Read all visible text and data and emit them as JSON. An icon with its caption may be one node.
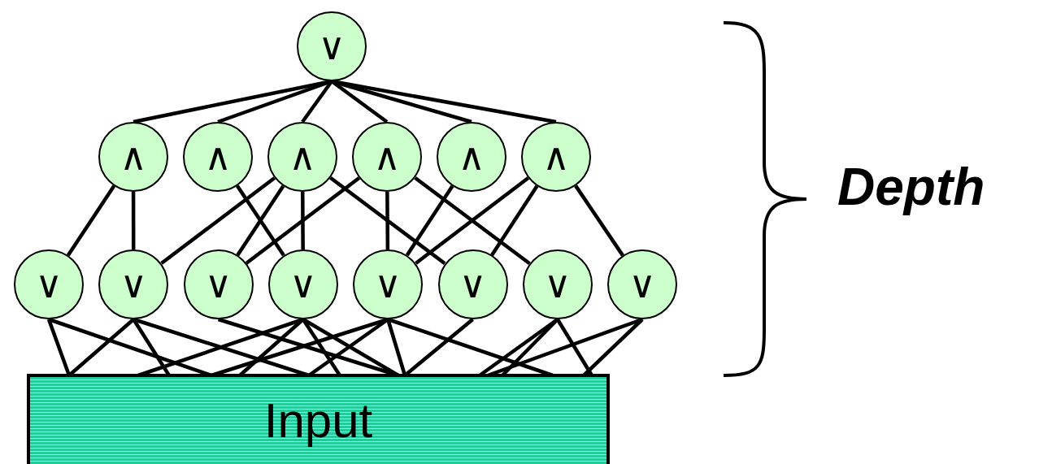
{
  "diagram": {
    "nodes": [
      {
        "text": [
          "∨"
        ]
      },
      {
        "text": [
          "∧"
        ]
      },
      {
        "text": [
          "∧"
        ]
      },
      {
        "text": [
          "∧"
        ]
      },
      {
        "text": [
          "∧"
        ]
      },
      {
        "text": [
          "∧"
        ]
      },
      {
        "text": [
          "∧"
        ]
      },
      {
        "text": [
          "∨"
        ]
      },
      {
        "text": [
          "∨"
        ]
      },
      {
        "text": [
          "∨"
        ]
      },
      {
        "text": [
          "∨"
        ]
      },
      {
        "text": [
          "∨"
        ]
      },
      {
        "text": [
          "∨"
        ]
      },
      {
        "text": [
          "∨"
        ]
      },
      {
        "text": [
          "∨"
        ]
      },
      {
        "text": [
          "Input"
        ]
      }
    ],
    "edges": [
      {
        "from": 0,
        "to": 1,
        "arrow": "none"
      },
      {
        "from": 0,
        "to": 2,
        "arrow": "none"
      },
      {
        "from": 0,
        "to": 3,
        "arrow": "none"
      },
      {
        "from": 0,
        "to": 4,
        "arrow": "none"
      },
      {
        "from": 0,
        "to": 5,
        "arrow": "none"
      },
      {
        "from": 0,
        "to": 6,
        "arrow": "none"
      },
      {
        "from": 1,
        "to": 7,
        "arrow": "none"
      },
      {
        "from": 1,
        "to": 8,
        "arrow": "none"
      },
      {
        "from": 2,
        "to": 10,
        "arrow": "none"
      },
      {
        "from": 3,
        "to": 8,
        "arrow": "none"
      },
      {
        "from": 3,
        "to": 9,
        "arrow": "none"
      },
      {
        "from": 3,
        "to": 10,
        "arrow": "none"
      },
      {
        "from": 3,
        "to": 12,
        "arrow": "none"
      },
      {
        "from": 4,
        "to": 9,
        "arrow": "none"
      },
      {
        "from": 4,
        "to": 11,
        "arrow": "none"
      },
      {
        "from": 4,
        "to": 13,
        "arrow": "none"
      },
      {
        "from": 5,
        "to": 11,
        "arrow": "none"
      },
      {
        "from": 6,
        "to": 11,
        "arrow": "none"
      },
      {
        "from": 6,
        "to": 12,
        "arrow": "none"
      },
      {
        "from": 6,
        "to": 14,
        "arrow": "none"
      },
      {
        "from": 7,
        "to": 15,
        "arrow": "none"
      },
      {
        "from": 7,
        "to": 15,
        "arrow": "none"
      },
      {
        "from": 8,
        "to": 15,
        "arrow": "none"
      },
      {
        "from": 8,
        "to": 15,
        "arrow": "none"
      },
      {
        "from": 8,
        "to": 15,
        "arrow": "none"
      },
      {
        "from": 9,
        "to": 15,
        "arrow": "none"
      },
      {
        "from": 10,
        "to": 15,
        "arrow": "none"
      },
      {
        "from": 10,
        "to": 15,
        "arrow": "none"
      },
      {
        "from": 10,
        "to": 15,
        "arrow": "none"
      },
      {
        "from": 10,
        "to": 15,
        "arrow": "none"
      },
      {
        "from": 11,
        "to": 15,
        "arrow": "none"
      },
      {
        "from": 11,
        "to": 15,
        "arrow": "none"
      },
      {
        "from": 11,
        "to": 15,
        "arrow": "none"
      },
      {
        "from": 11,
        "to": 15,
        "arrow": "none"
      },
      {
        "from": 12,
        "to": 15,
        "arrow": "none"
      },
      {
        "from": 13,
        "to": 15,
        "arrow": "none"
      },
      {
        "from": 13,
        "to": 15,
        "arrow": "none"
      },
      {
        "from": 13,
        "to": 15,
        "arrow": "none"
      },
      {
        "from": 14,
        "to": 15,
        "arrow": "none"
      },
      {
        "from": 14,
        "to": 15,
        "arrow": "none"
      }
    ],
    "labels": [
      "Depth"
    ]
  }
}
